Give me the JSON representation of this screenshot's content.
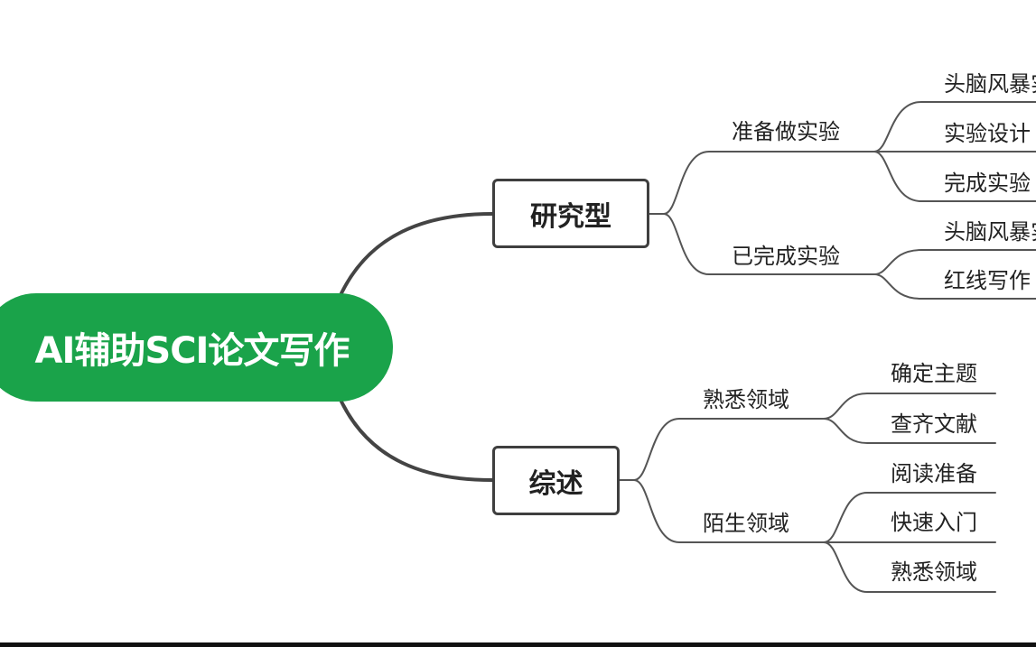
{
  "root": {
    "title": "AI辅助SCI论文写作",
    "color": "#1aa34a"
  },
  "branches": [
    {
      "title": "研究型",
      "groups": [
        {
          "title": "准备做实验",
          "leaves": [
            "头脑风暴实",
            "实验设计",
            "完成实验"
          ]
        },
        {
          "title": "已完成实验",
          "leaves": [
            "头脑风暴实",
            "红线写作"
          ]
        }
      ]
    },
    {
      "title": "综述",
      "groups": [
        {
          "title": "熟悉领域",
          "leaves": [
            "确定主题",
            "查齐文献"
          ]
        },
        {
          "title": "陌生领域",
          "leaves": [
            "阅读准备",
            "快速入门",
            "熟悉领域"
          ]
        }
      ]
    }
  ]
}
